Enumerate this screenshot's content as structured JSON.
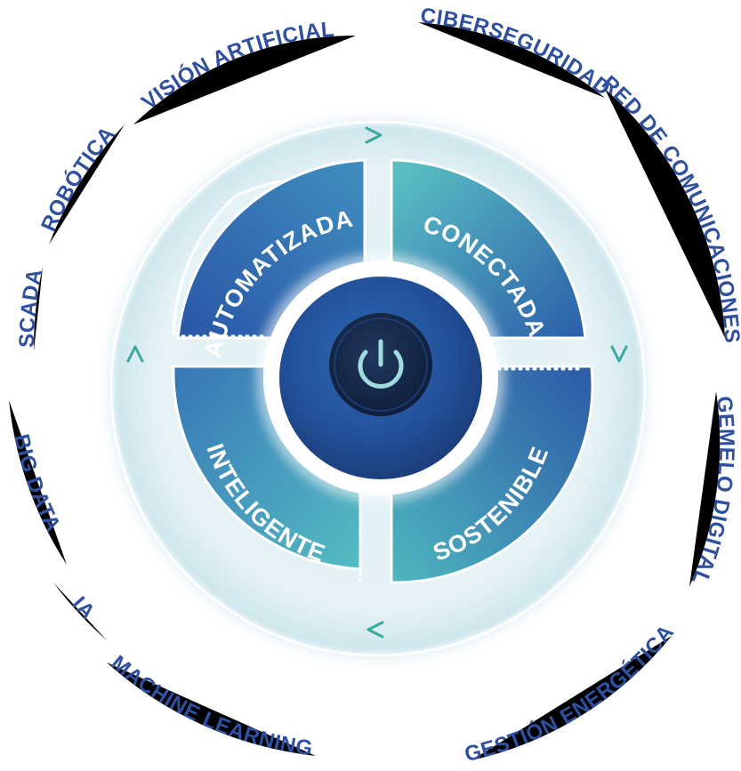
{
  "outer_labels": [
    {
      "id": "vision-artificial",
      "text": "VISIÓN ARTIFICIAL"
    },
    {
      "id": "ciberseguridad",
      "text": "CIBERSEGURIDAD"
    },
    {
      "id": "red-de-comunicaciones",
      "text": "RED DE COMUNICACIONES"
    },
    {
      "id": "gemelo-digital",
      "text": "GEMELO DIGITAL"
    },
    {
      "id": "gestion-energetica",
      "text": "GESTIÓN ENERGÉTICA"
    },
    {
      "id": "machine-learning",
      "text": "MACHINE LEARNING"
    },
    {
      "id": "ia",
      "text": "IA"
    },
    {
      "id": "big-data",
      "text": "BIG DATA"
    },
    {
      "id": "scada",
      "text": "SCADA"
    },
    {
      "id": "robotica",
      "text": "ROBÓTICA"
    }
  ],
  "quadrants": [
    {
      "id": "automatizada",
      "text": "AUTOMATIZADA"
    },
    {
      "id": "conectada",
      "text": "CONECTADA"
    },
    {
      "id": "inteligente",
      "text": "INTELIGENTE"
    },
    {
      "id": "sostenible",
      "text": "SOSTENIBLE"
    }
  ],
  "center": {
    "icon": "power-icon"
  },
  "colors": {
    "label_blue": "#2f4f9f",
    "quad_dark": "#2d5aa8",
    "quad_light": "#4bb4bc",
    "chevron_teal": "#3aaa9c",
    "center_dark": "#15305f"
  }
}
